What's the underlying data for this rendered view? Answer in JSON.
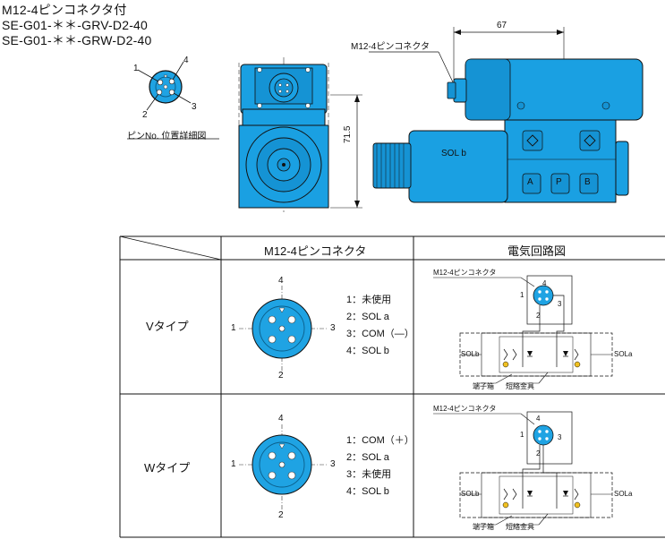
{
  "header": {
    "line1": "M12-4ピンコネクタ付",
    "line2": "SE-G01-＊＊-GRV-D2-40",
    "line3": "SE-G01-＊＊-GRW-D2-40"
  },
  "pin_detail": {
    "labels": [
      "1",
      "4",
      "2",
      "3"
    ],
    "caption": "ピンNo. 位置詳細図"
  },
  "drawing": {
    "dim_width": "67",
    "dim_height": "71.5",
    "connector_label": "M12-4ピンコネクタ",
    "solenoid_label": "SOL b",
    "ports": [
      "A",
      "P",
      "B"
    ],
    "body_color": "#0a9ee0"
  },
  "table": {
    "col_connector": "M12-4ピンコネクタ",
    "col_circuit": "電気回路図",
    "rows": [
      {
        "type_label": "Vタイプ",
        "pins": [
          "4",
          "1",
          "3",
          "2"
        ],
        "assign": [
          "1：未使用",
          "2：SOL a",
          "3：COM（—）",
          "4：SOL b"
        ],
        "circuit": {
          "connector": "M12-4ピンコネクタ",
          "pin_nums": [
            "4",
            "1",
            "3",
            "2"
          ],
          "sol_left": "SOLb",
          "sol_right": "SOLa",
          "terminal_box": "端子箱",
          "short_bar": "短絡金具"
        }
      },
      {
        "type_label": "Wタイプ",
        "pins": [
          "4",
          "1",
          "3",
          "2"
        ],
        "assign": [
          "1：COM（＋）",
          "2：SOL a",
          "3：未使用",
          "4：SOL b"
        ],
        "circuit": {
          "connector": "M12-4ピンコネクタ",
          "pin_nums": [
            "4",
            "1",
            "3",
            "2"
          ],
          "sol_left": "SOLb",
          "sol_right": "SOLa",
          "terminal_box": "端子箱",
          "short_bar": "短絡金具"
        }
      }
    ]
  }
}
